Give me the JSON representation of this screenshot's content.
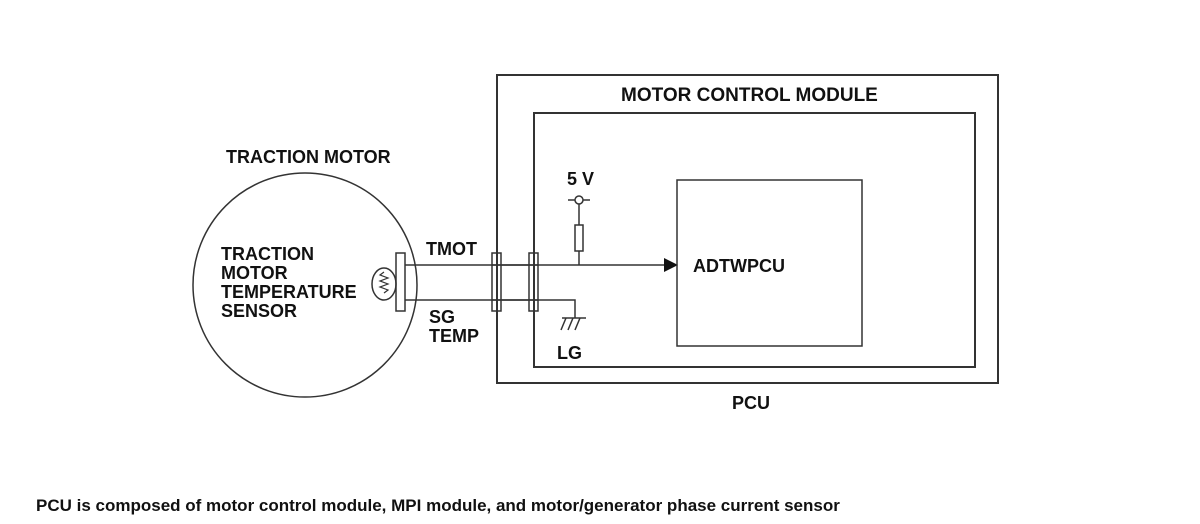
{
  "labels": {
    "traction_motor": "TRACTION MOTOR",
    "sensor_line1": "TRACTION",
    "sensor_line2": "MOTOR",
    "sensor_line3": "TEMPERATURE",
    "sensor_line4": "SENSOR",
    "tmot": "TMOT",
    "sg": "SG",
    "temp": "TEMP",
    "motor_control_module": "MOTOR CONTROL MODULE",
    "five_v": "5 V",
    "adtwpcu": "ADTWPCU",
    "lg": "LG",
    "pcu": "PCU"
  },
  "caption": "PCU is composed of motor control module, MPI module, and motor/generator phase current sensor"
}
